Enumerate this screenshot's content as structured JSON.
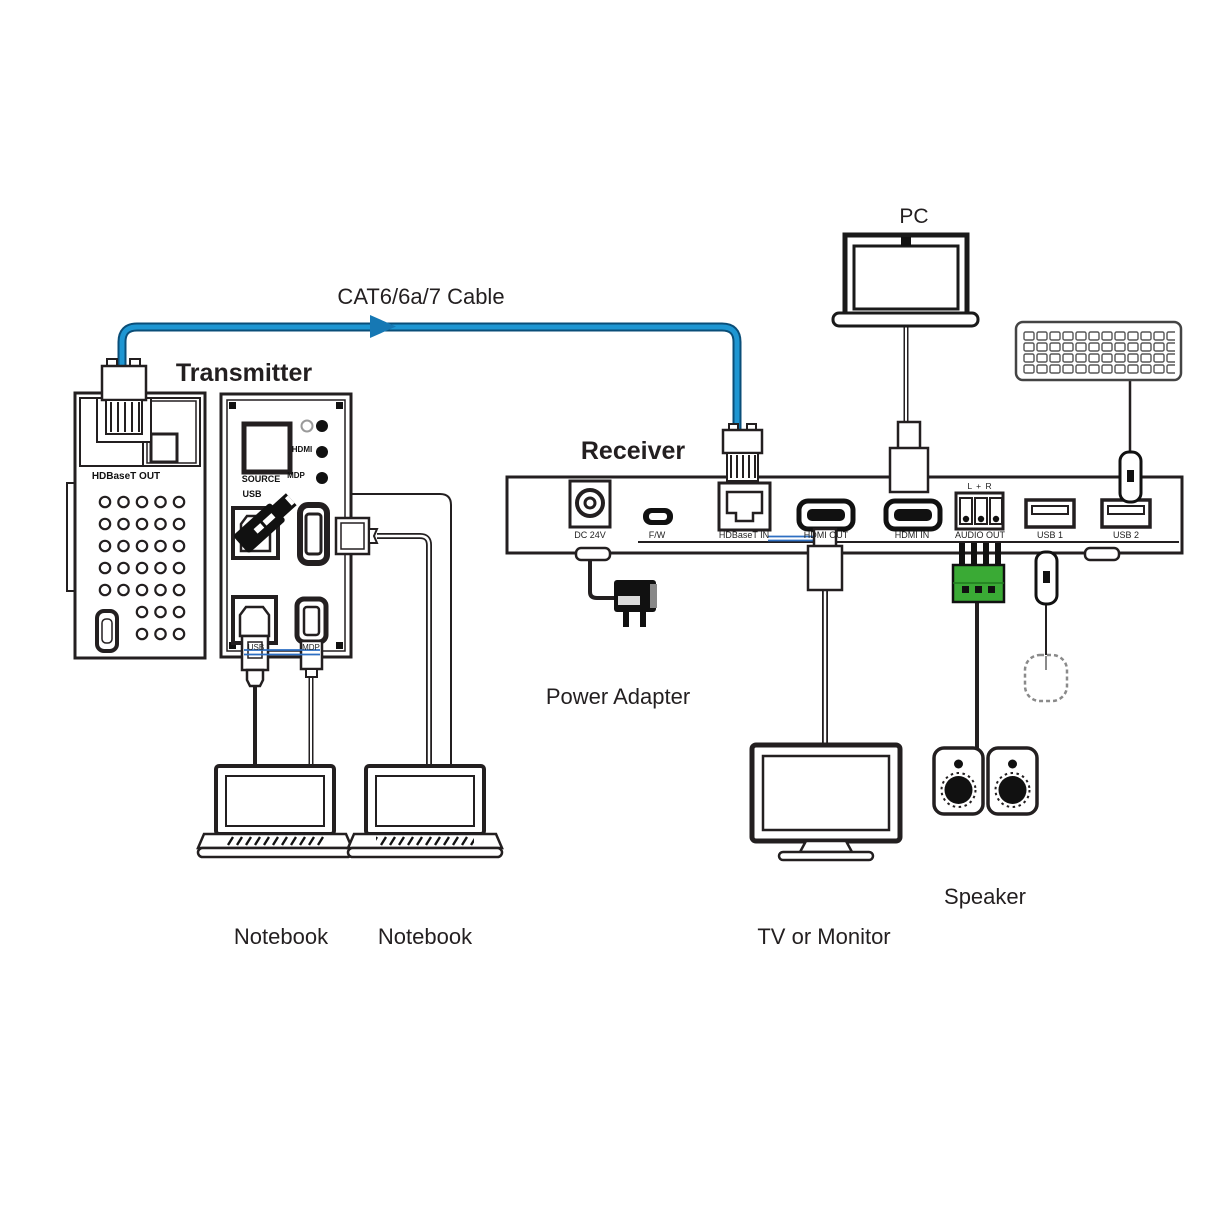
{
  "labels": {
    "cable": "CAT6/6a/7 Cable",
    "transmitter": "Transmitter",
    "receiver": "Receiver",
    "pc": "PC",
    "power_adapter": "Power Adapter",
    "notebook_left": "Notebook",
    "notebook_right": "Notebook",
    "tv": "TV or Monitor",
    "speaker": "Speaker"
  },
  "transmitter": {
    "rear_port": "HDBaseT OUT",
    "source_button": "SOURCE",
    "led_hdmi": "HDMI",
    "led_mdp": "MDP",
    "usb_label": "USB",
    "bottom_usb": "USB",
    "bottom_mdp": "MDP"
  },
  "receiver": {
    "ports": [
      "DC 24V",
      "F/W",
      "HDBaseT IN",
      "HDMI OUT",
      "HDMI IN",
      "AUDIO OUT",
      "USB 1",
      "USB 2"
    ],
    "audio_channels": "L + R"
  },
  "colors": {
    "line": "#231f20",
    "cable_blue": "#1e96d2",
    "cable_blue_dark": "#0a4e78",
    "annotation_blue": "#2d6fc2",
    "phoenix_green": "#3aaa35"
  }
}
